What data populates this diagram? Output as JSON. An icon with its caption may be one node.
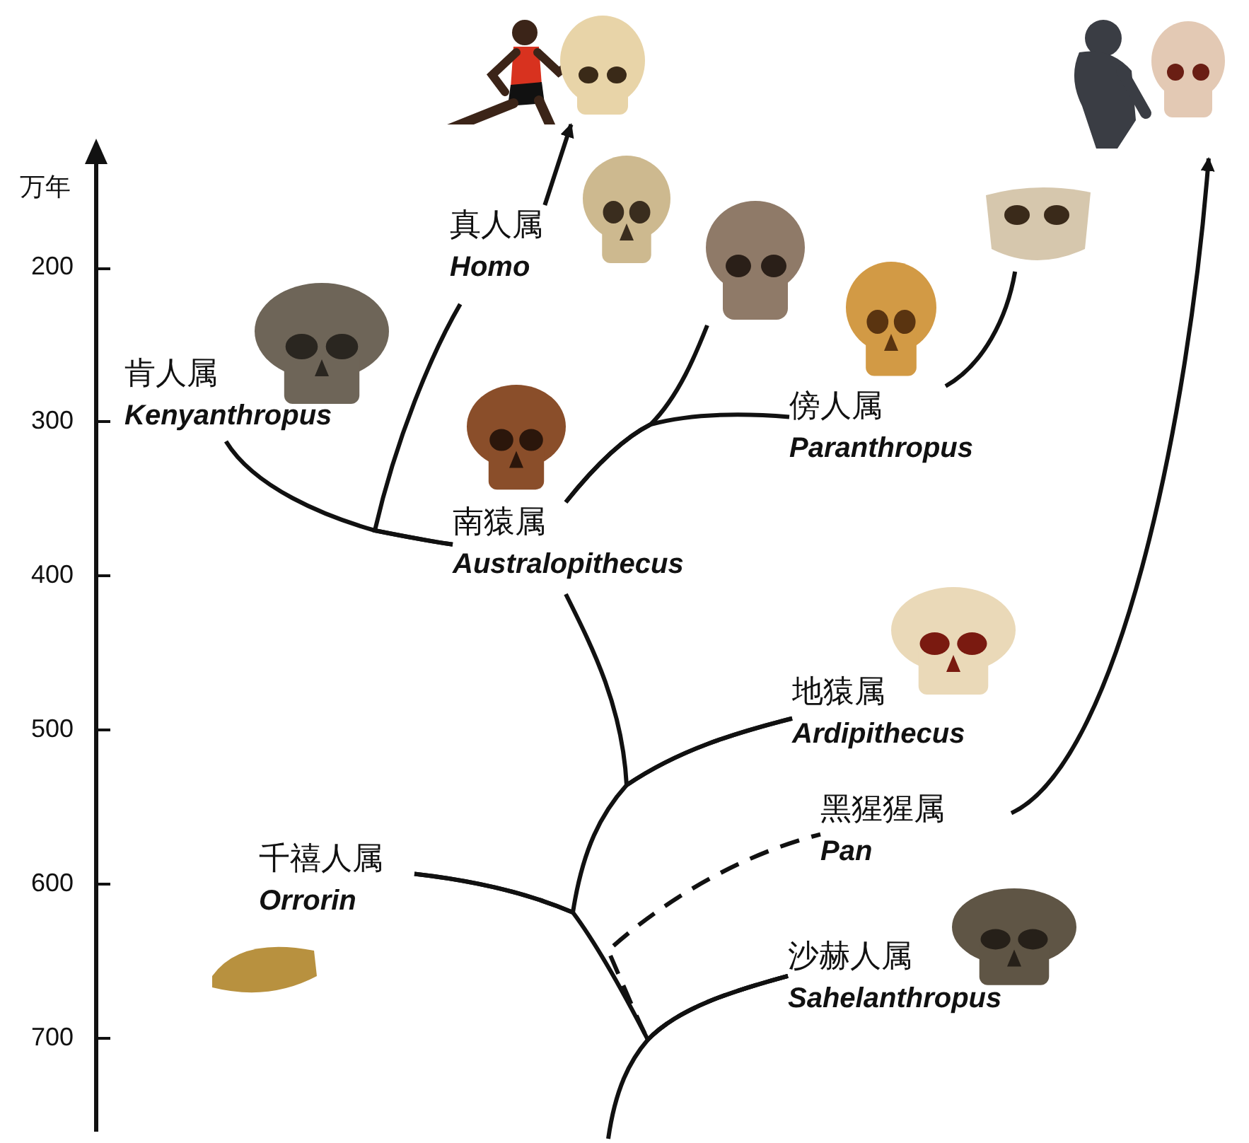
{
  "diagram": {
    "nodes": [
      {
        "text": [
          "真人属",
          "Homo"
        ]
      },
      {
        "text": [
          "肯人属",
          "Kenyanthropus"
        ]
      },
      {
        "text": [
          "傍人属",
          "Paranthropus"
        ]
      },
      {
        "text": [
          "南猿属",
          "Australopithecus"
        ]
      },
      {
        "text": [
          "地猿属",
          "Ardipithecus"
        ]
      },
      {
        "text": [
          "黑猩猩属",
          "Pan"
        ]
      },
      {
        "text": [
          "千禧人属",
          "Orrorin"
        ]
      },
      {
        "text": [
          "沙赫人属",
          "Sahelanthropus"
        ]
      },
      {
        "text": [],
        "shape": "picture"
      },
      {
        "text": [],
        "shape": "picture"
      },
      {
        "text": [],
        "shape": "picture"
      },
      {
        "text": [],
        "shape": "picture"
      }
    ],
    "edges": [
      {
        "from": null,
        "to": 7,
        "arrow": "none"
      },
      {
        "from": 7,
        "to": 6,
        "arrow": "none"
      },
      {
        "from": 6,
        "to": 4,
        "arrow": "none"
      },
      {
        "from": 4,
        "to": 3,
        "arrow": "none"
      },
      {
        "from": 3,
        "to": 1,
        "arrow": "none"
      },
      {
        "from": 3,
        "to": 0,
        "arrow": "none"
      },
      {
        "from": 3,
        "to": 2,
        "arrow": "none"
      },
      {
        "from": 3,
        "to": 10,
        "arrow": "none"
      },
      {
        "from": 2,
        "to": 11,
        "arrow": "none"
      },
      {
        "from": 7,
        "to": 5,
        "arrow": "none",
        "style": "dashed"
      },
      {
        "from": 5,
        "to": 9,
        "arrow": "to"
      },
      {
        "from": 0,
        "to": 8,
        "arrow": "to"
      }
    ],
    "labels": [
      "万年",
      "200",
      "300",
      "400",
      "500",
      "600",
      "700"
    ]
  }
}
